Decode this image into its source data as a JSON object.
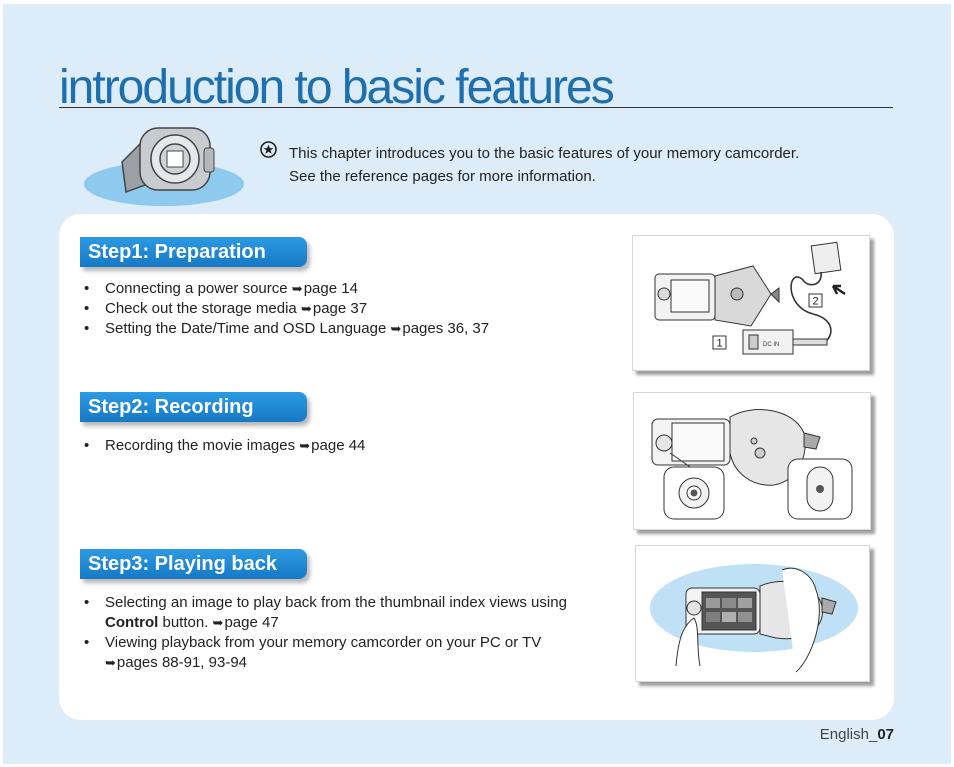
{
  "page": {
    "title": "introduction to basic features",
    "intro": {
      "line1": "This chapter introduces you to the basic features of your memory camcorder.",
      "line2": "See the reference pages for more information."
    }
  },
  "steps": [
    {
      "tab": "Step1:  Preparation",
      "items": [
        {
          "text": "Connecting a power source  ",
          "ref": "page 14"
        },
        {
          "text": "Check out the storage media ",
          "ref": "page 37"
        },
        {
          "text": "Setting the Date/Time and OSD Language ",
          "ref": "pages 36, 37"
        }
      ]
    },
    {
      "tab": "Step2:  Recording",
      "items": [
        {
          "text": "Recording the movie images ",
          "ref": "page 44"
        }
      ]
    },
    {
      "tab": "Step3:  Playing back",
      "items": [
        {
          "text": "Selecting an image to play back from the thumbnail index views using",
          "bold": "Control",
          "tail": " button. ",
          "ref": "page 47"
        },
        {
          "text": "Viewing playback from your memory camcorder on your PC or TV",
          "ref": "pages 88-91, 93-94"
        }
      ]
    }
  ],
  "figures": {
    "prep": {
      "callout1": "1",
      "callout2": "2",
      "jack_label": "DC IN"
    }
  },
  "symbols": {
    "bullet": "•",
    "ref_arrow": "➥"
  },
  "footer": {
    "lang": "English_",
    "page": "07"
  },
  "colors": {
    "accent": "#1f6fae",
    "tab": "#1679c6",
    "background": "#dcecf8"
  }
}
